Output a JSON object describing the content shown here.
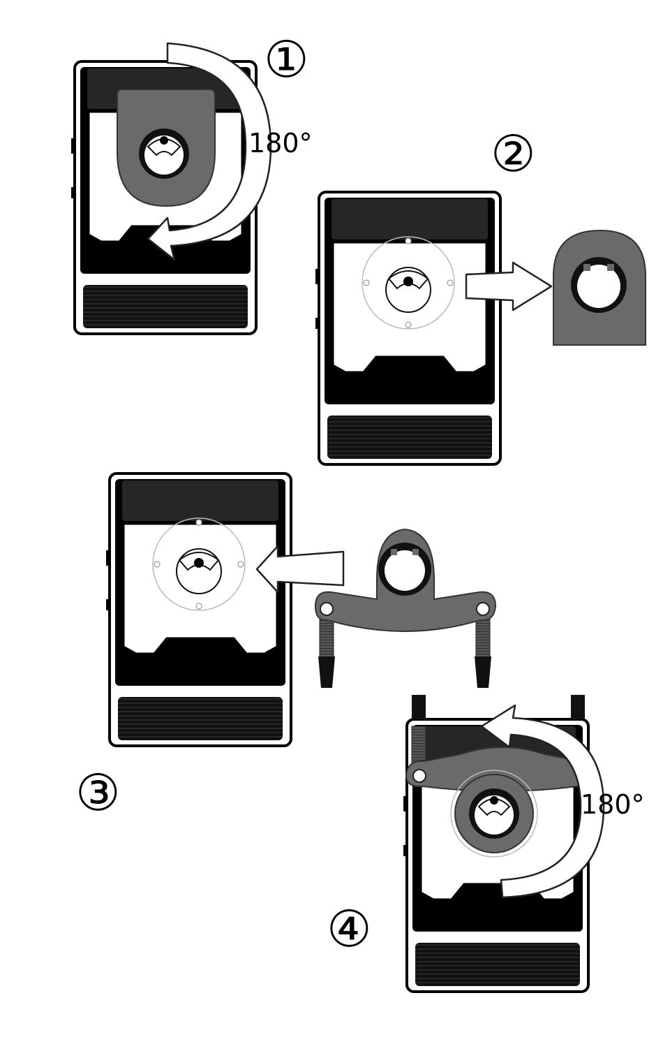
{
  "steps": [
    {
      "number": "①",
      "rotation": "180°"
    },
    {
      "number": "②"
    },
    {
      "number": "③"
    },
    {
      "number": "④",
      "rotation": "180°"
    }
  ],
  "colors": {
    "device_body": "#000000",
    "device_panel": "#1e1e1e",
    "clip": "#6a6a6a",
    "arrow_fill": "#ffffff"
  }
}
